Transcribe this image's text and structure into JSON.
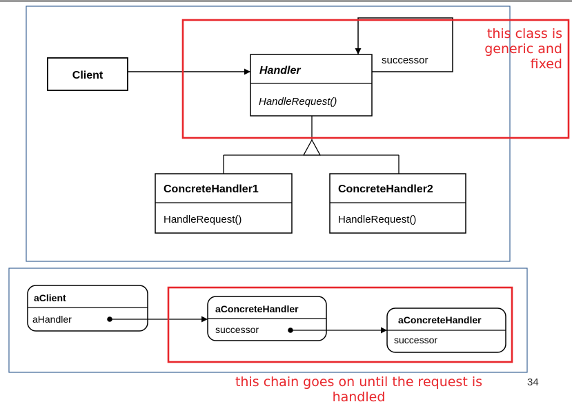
{
  "colors": {
    "panel_border": "#3d6496",
    "highlight": "#e8262b",
    "stroke": "#000000",
    "note_text": "#e8262b"
  },
  "class_diagram": {
    "client": {
      "name": "Client"
    },
    "handler": {
      "name": "Handler",
      "operation": "HandleRequest()",
      "assoc_label": "successor"
    },
    "concrete_handler_1": {
      "name": "ConcreteHandler1",
      "operation": "HandleRequest()"
    },
    "concrete_handler_2": {
      "name": "ConcreteHandler2",
      "operation": "HandleRequest()"
    }
  },
  "object_diagram": {
    "client": {
      "name": "aClient",
      "field": "aHandler"
    },
    "handler_1": {
      "name": "aConcreteHandler",
      "field": "successor"
    },
    "handler_2": {
      "name": "aConcreteHandler",
      "field": "successor"
    }
  },
  "notes": {
    "top": "this class is generic and fixed",
    "bottom": "this chain goes on until the request is handled"
  },
  "page_number": "34"
}
